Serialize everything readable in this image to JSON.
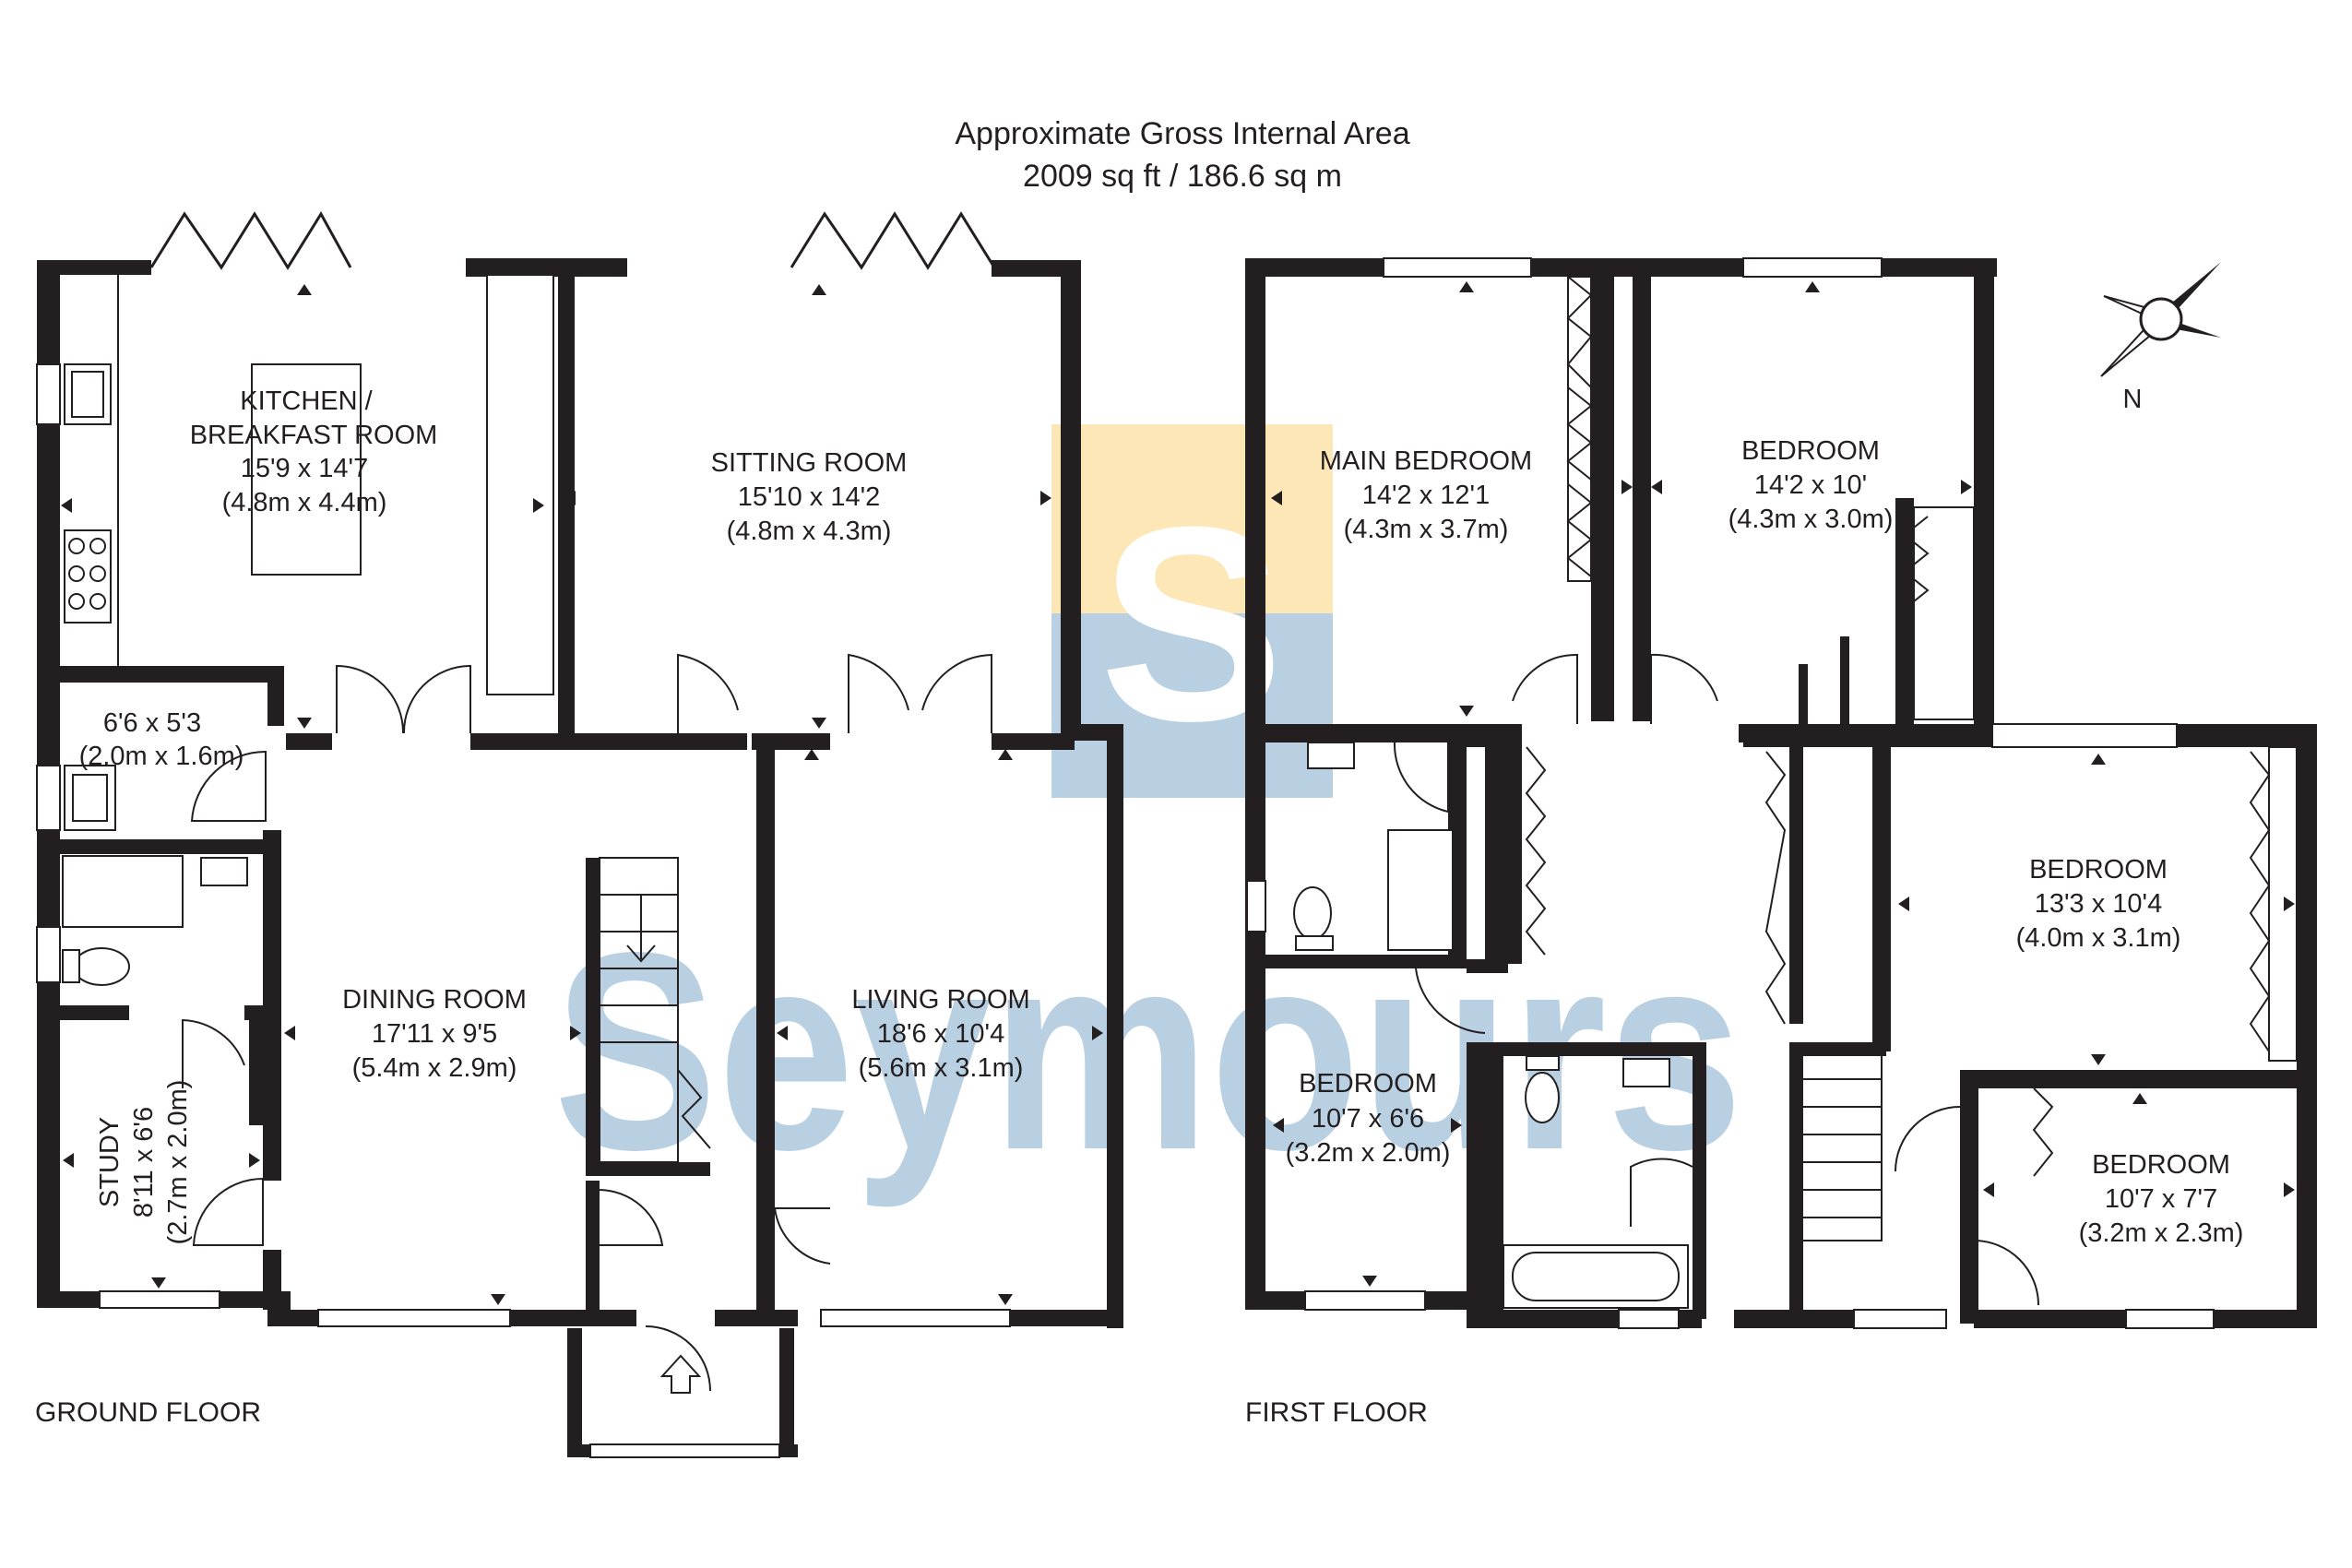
{
  "header": {
    "line1": "Approximate Gross Internal Area",
    "line2": "2009 sq ft / 186.6 sq m"
  },
  "watermark": {
    "text": "Seymours",
    "logo_letter": "S",
    "colors": {
      "logo_top": "#fde7b6",
      "logo_bottom": "#b9d0e3",
      "text": "#b9d0e3"
    }
  },
  "floors": {
    "ground": "GROUND FLOOR",
    "first": "FIRST FLOOR"
  },
  "rooms": {
    "kitchen": {
      "name1": "KITCHEN /",
      "name2": "BREAKFAST ROOM",
      "imperial": "15'9 x 14'7",
      "metric": "(4.8m x 4.4m)"
    },
    "sitting": {
      "name": "SITTING ROOM",
      "imperial": "15'10 x 14'2",
      "metric": "(4.8m x 4.3m)"
    },
    "utility": {
      "imperial": "6'6 x 5'3",
      "metric": "(2.0m x 1.6m)"
    },
    "dining": {
      "name": "DINING ROOM",
      "imperial": "17'11 x 9'5",
      "metric": "(5.4m x 2.9m)"
    },
    "living": {
      "name": "LIVING ROOM",
      "imperial": "18'6 x 10'4",
      "metric": "(5.6m x 3.1m)"
    },
    "study": {
      "name": "STUDY",
      "imperial": "8'11 x 6'6",
      "metric": "(2.7m x 2.0m)"
    },
    "main_bed": {
      "name": "MAIN BEDROOM",
      "imperial": "14'2 x 12'1",
      "metric": "(4.3m x 3.7m)"
    },
    "bed2": {
      "name": "BEDROOM",
      "imperial": "14'2 x 10'",
      "metric": "(4.3m x 3.0m)"
    },
    "bed3": {
      "name": "BEDROOM",
      "imperial": "13'3 x 10'4",
      "metric": "(4.0m x 3.1m)"
    },
    "bed4": {
      "name": "BEDROOM",
      "imperial": "10'7 x 6'6",
      "metric": "(3.2m x 2.0m)"
    },
    "bed5": {
      "name": "BEDROOM",
      "imperial": "10'7 x 7'7",
      "metric": "(3.2m x 2.3m)"
    }
  },
  "compass": {
    "label": "N",
    "icon": "compass-rose-icon"
  }
}
